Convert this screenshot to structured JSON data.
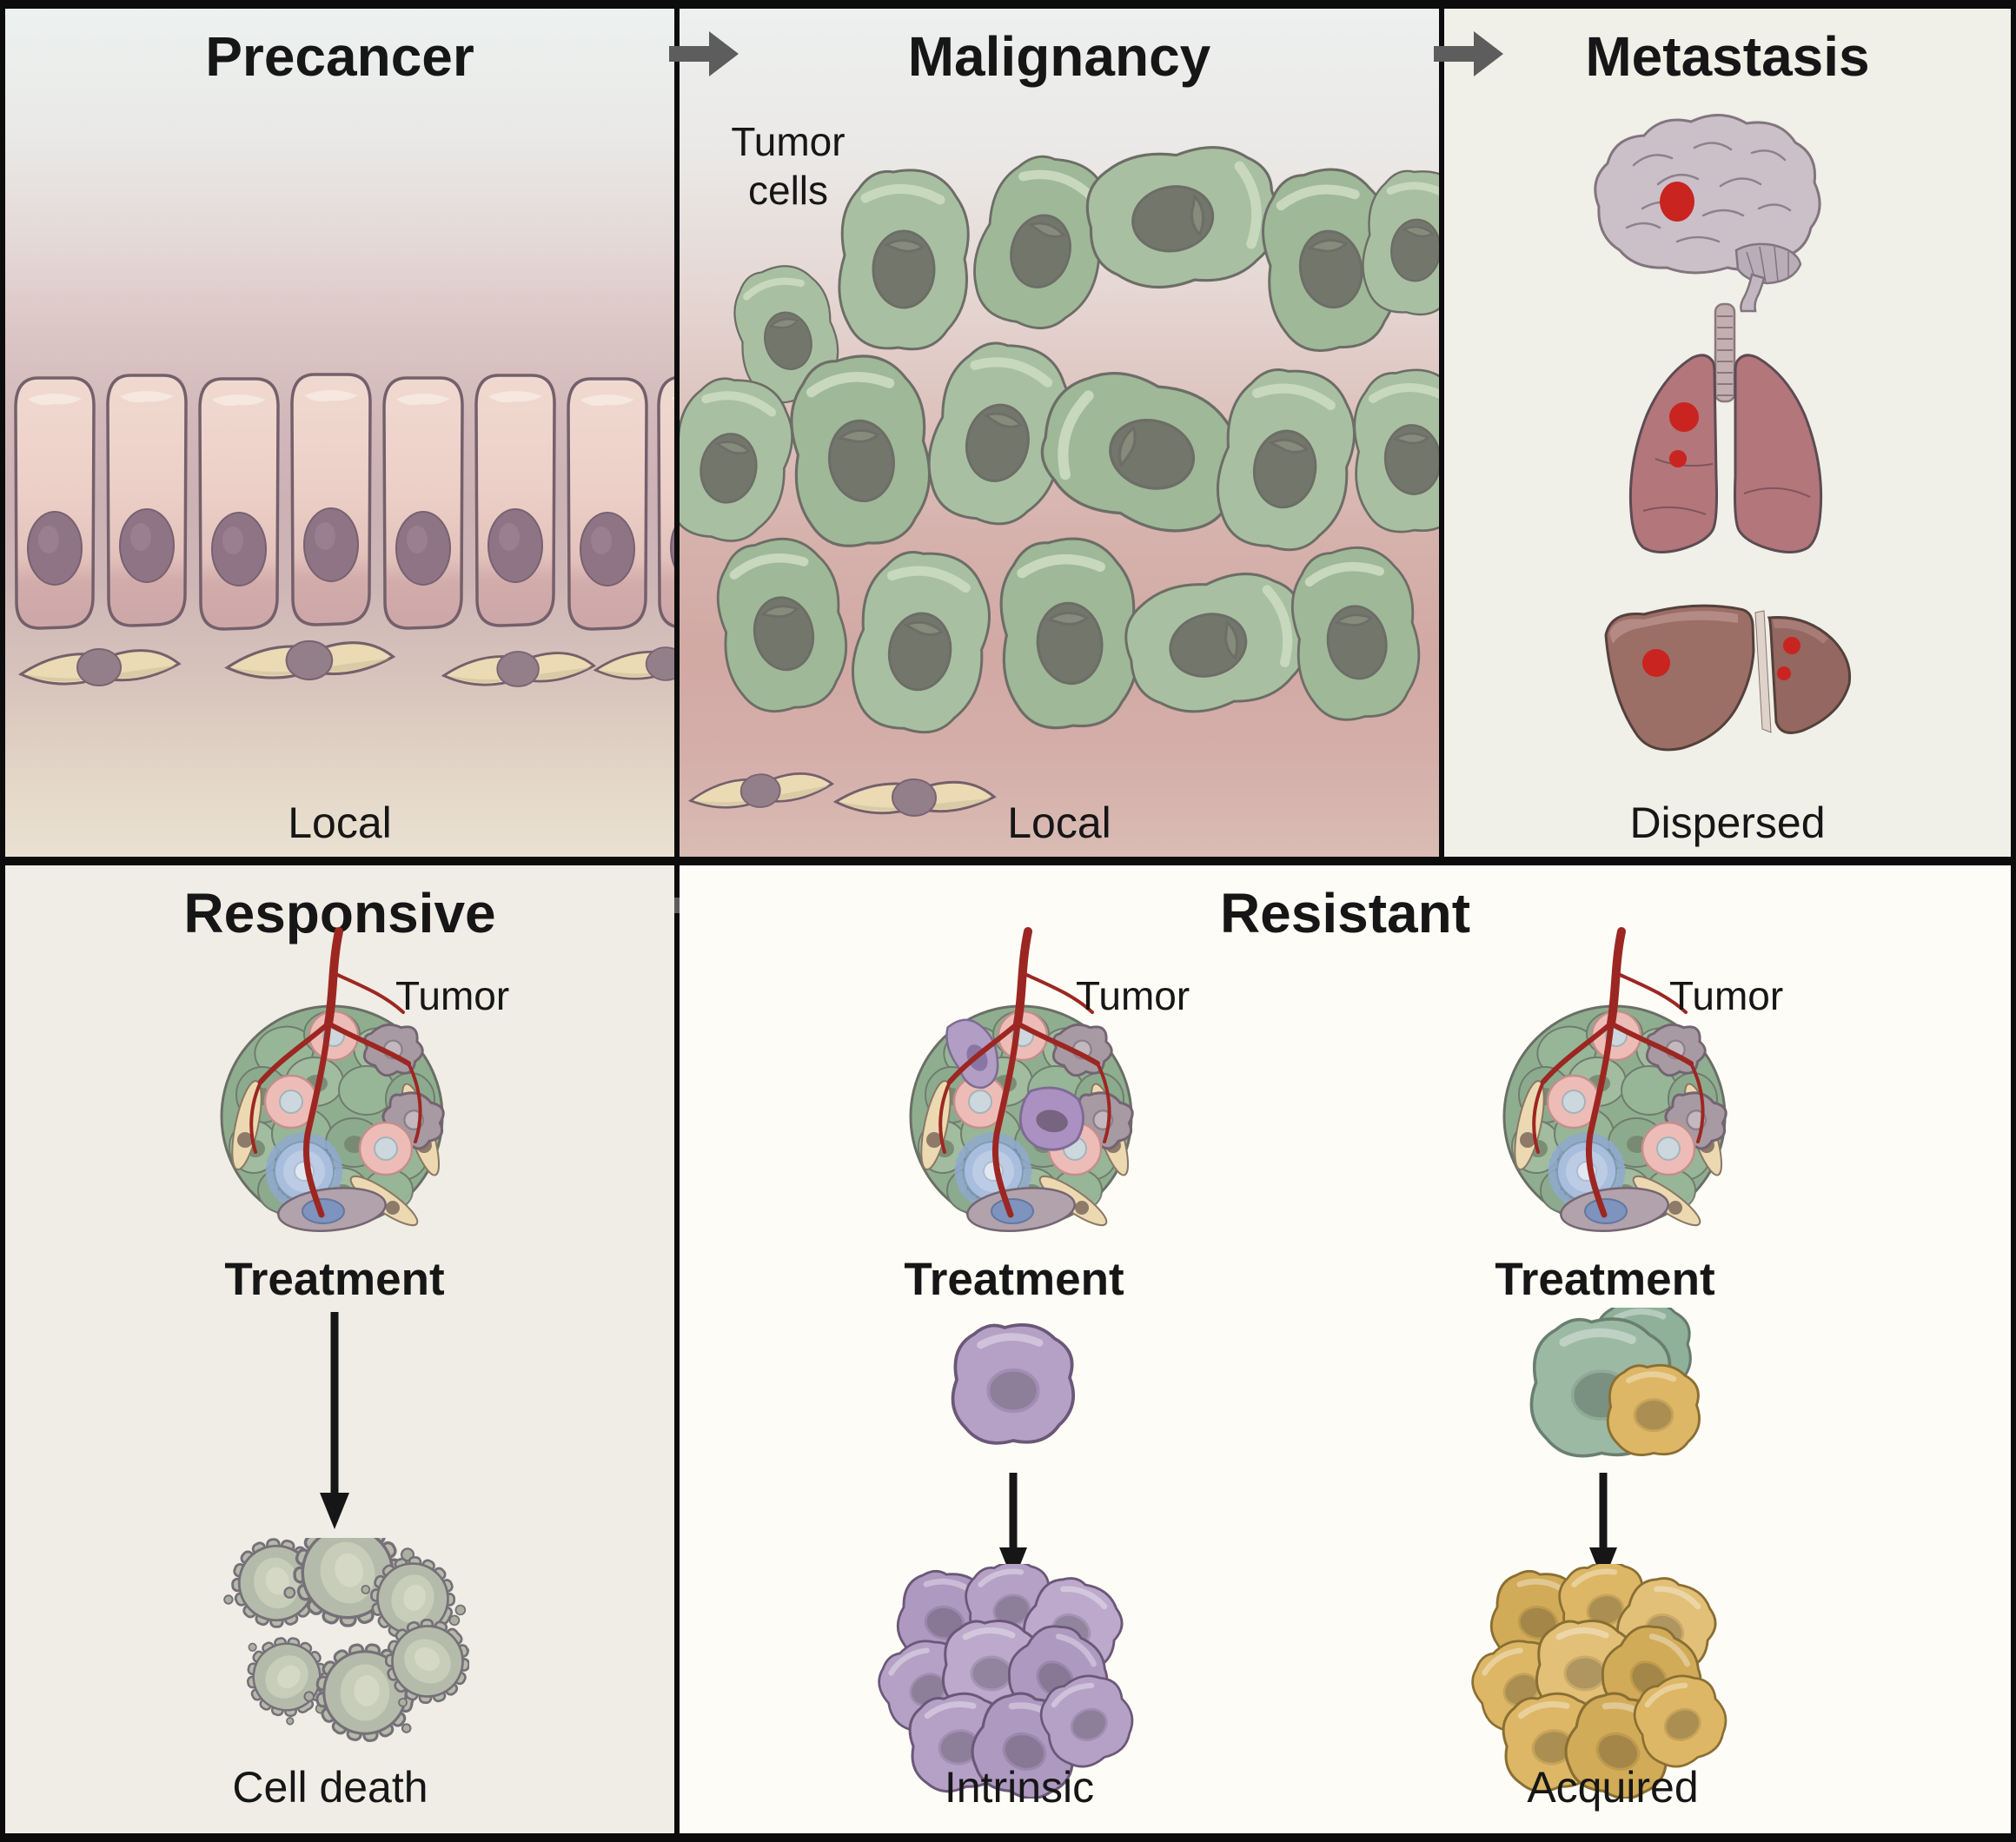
{
  "panels": {
    "precancer": {
      "title": "Precancer",
      "location_label": "Local"
    },
    "malignancy": {
      "title": "Malignancy",
      "tumor_cells_label_line1": "Tumor",
      "tumor_cells_label_line2": "cells",
      "location_label": "Local"
    },
    "metastasis": {
      "title": "Metastasis",
      "location_label": "Dispersed",
      "organs_depicted": "brain, lungs, liver with red metastatic lesions"
    },
    "responsive": {
      "title": "Responsive",
      "tumor_label": "Tumor",
      "treatment_label": "Treatment",
      "outcome_label": "Cell death"
    },
    "resistant": {
      "title": "Resistant",
      "intrinsic": {
        "tumor_label": "Tumor",
        "treatment_label": "Treatment",
        "outcome_label": "Intrinsic"
      },
      "acquired": {
        "tumor_label": "Tumor",
        "treatment_label": "Treatment",
        "outcome_label": "Acquired"
      }
    }
  },
  "colors": {
    "border_black": "#0c0c0c",
    "panel_cream": "#efede5",
    "panel_white": "#fdfcf6",
    "epithelial_pink": "#ecd0c8",
    "fibroblast_tan": "#ebdab3",
    "tumor_cell_green": "#a8c0a1",
    "nucleus_gray_green": "#73776b",
    "nucleus_mauve": "#8e7484",
    "metastasis_red": "#c92420",
    "vessel_red": "#9c2722",
    "spheroid_green": "#8fae90",
    "immune_blue": "#a9bedd",
    "stromal_gray": "#a79aa3",
    "resistant_purple": "#b5a1c6",
    "acquired_yellow": "#ddb766",
    "dead_cell_gray": "#b5bbaa",
    "flow_arrow_gray": "#5d5d5d",
    "text_black": "#161616"
  }
}
